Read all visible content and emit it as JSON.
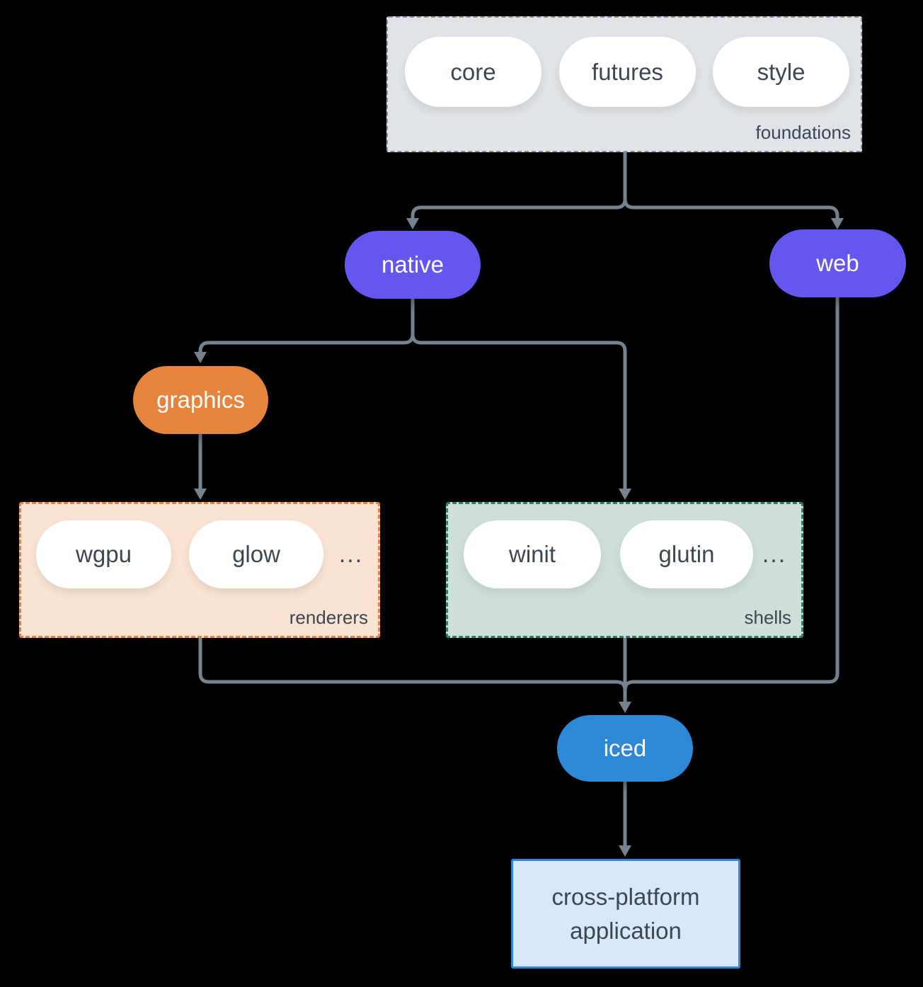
{
  "colors": {
    "background": "#000000",
    "arrow": "#76828F",
    "purple_node": "#6456EF",
    "orange_node": "#E5843D",
    "blue_node": "#2D89D8",
    "foundations_bg": "#E0E4E8",
    "foundations_border": "#8592A0",
    "renderers_bg": "#FAE3D2",
    "renderers_border": "#E5843D",
    "shells_bg": "#CFE0D9",
    "shells_border": "#2F7D6D",
    "app_bg": "#D8E8F8",
    "app_border": "#2D89D8",
    "dark_text": "#3B4752",
    "light_text": "#FFFFFF"
  },
  "foundations": {
    "label": "foundations",
    "pills": [
      "core",
      "futures",
      "style"
    ]
  },
  "nodes": {
    "native": "native",
    "web": "web",
    "graphics": "graphics",
    "iced": "iced"
  },
  "renderers": {
    "label": "renderers",
    "pills": [
      "wgpu",
      "glow"
    ],
    "ellipsis": "..."
  },
  "shells": {
    "label": "shells",
    "pills": [
      "winit",
      "glutin"
    ],
    "ellipsis": "..."
  },
  "app": {
    "label": "cross-platform application"
  }
}
